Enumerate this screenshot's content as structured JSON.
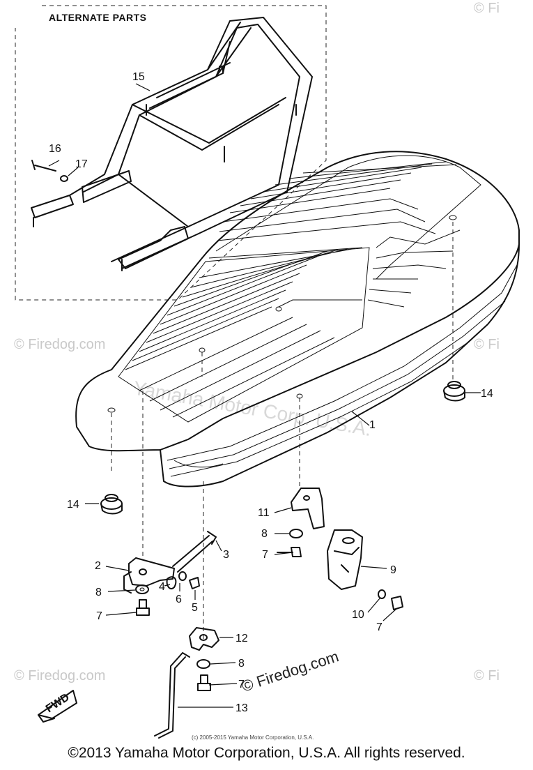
{
  "alternate_parts_label": "ALTERNATE PARTS",
  "callouts": [
    "1",
    "2",
    "3",
    "4",
    "5",
    "6",
    "7",
    "7",
    "7",
    "7",
    "8",
    "8",
    "8",
    "9",
    "10",
    "11",
    "12",
    "13",
    "14",
    "14",
    "15",
    "16",
    "17"
  ],
  "direction_label": "FWD",
  "source_line": "(c) 2005-2015 Yamaha Motor Corporation, U.S.A.",
  "footer": "©2013 Yamaha Motor Corporation, U.S.A. All rights reserved.",
  "watermarks": {
    "brand": "© Firedog.com",
    "brand_short": "© Fi",
    "diagonal": "Yamaha Motor Corp. U.S.A."
  }
}
